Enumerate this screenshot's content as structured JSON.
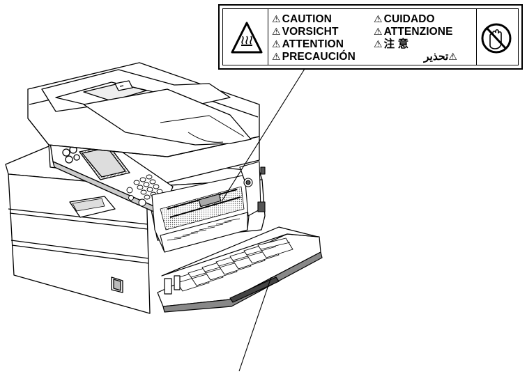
{
  "warning_label": {
    "col1": [
      {
        "icon": "warning-triangle",
        "text": "CAUTION"
      },
      {
        "icon": "warning-triangle",
        "text": "VORSICHT"
      },
      {
        "icon": "warning-triangle",
        "text": "ATTENTION"
      },
      {
        "icon": "warning-triangle",
        "text": "PRECAUCIÓN"
      }
    ],
    "col2": [
      {
        "icon": "warning-triangle",
        "text": "CUIDADO"
      },
      {
        "icon": "warning-triangle",
        "text": "ATTENZIONE"
      },
      {
        "icon": "warning-triangle",
        "text": "注 意"
      },
      {
        "icon": "warning-triangle",
        "text": "تحذير"
      }
    ],
    "left_icon": "hot-surface-icon",
    "right_icon": "do-not-touch-icon"
  },
  "colors": {
    "line": "#000000",
    "background": "#ffffff",
    "shade": "#9a9a9a",
    "dark": "#555555"
  }
}
